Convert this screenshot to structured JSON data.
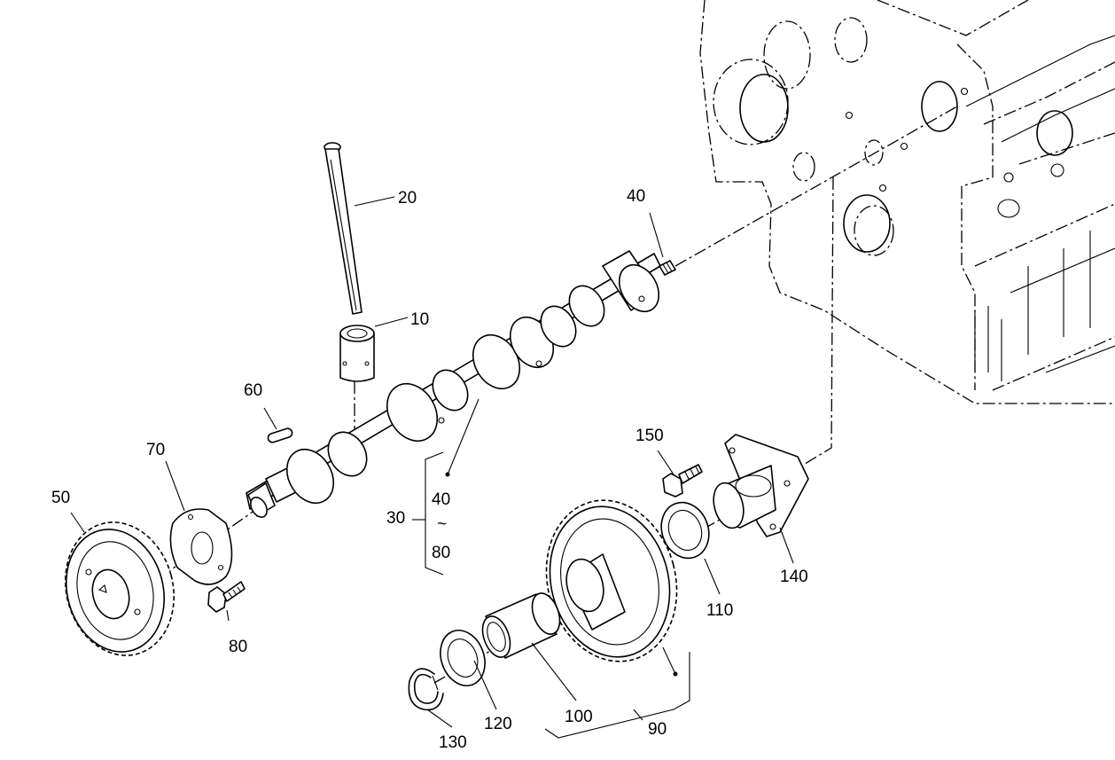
{
  "labels": {
    "p10": "10",
    "p20": "20",
    "p30": "30",
    "p40": "40",
    "p40_range_start": "40",
    "range_sep": "~",
    "p80_range_end": "80",
    "p50": "50",
    "p60": "60",
    "p70": "70",
    "p80": "80",
    "p90": "90",
    "p100": "100",
    "p110": "110",
    "p120": "120",
    "p130": "130",
    "p140": "140",
    "p150": "150"
  }
}
